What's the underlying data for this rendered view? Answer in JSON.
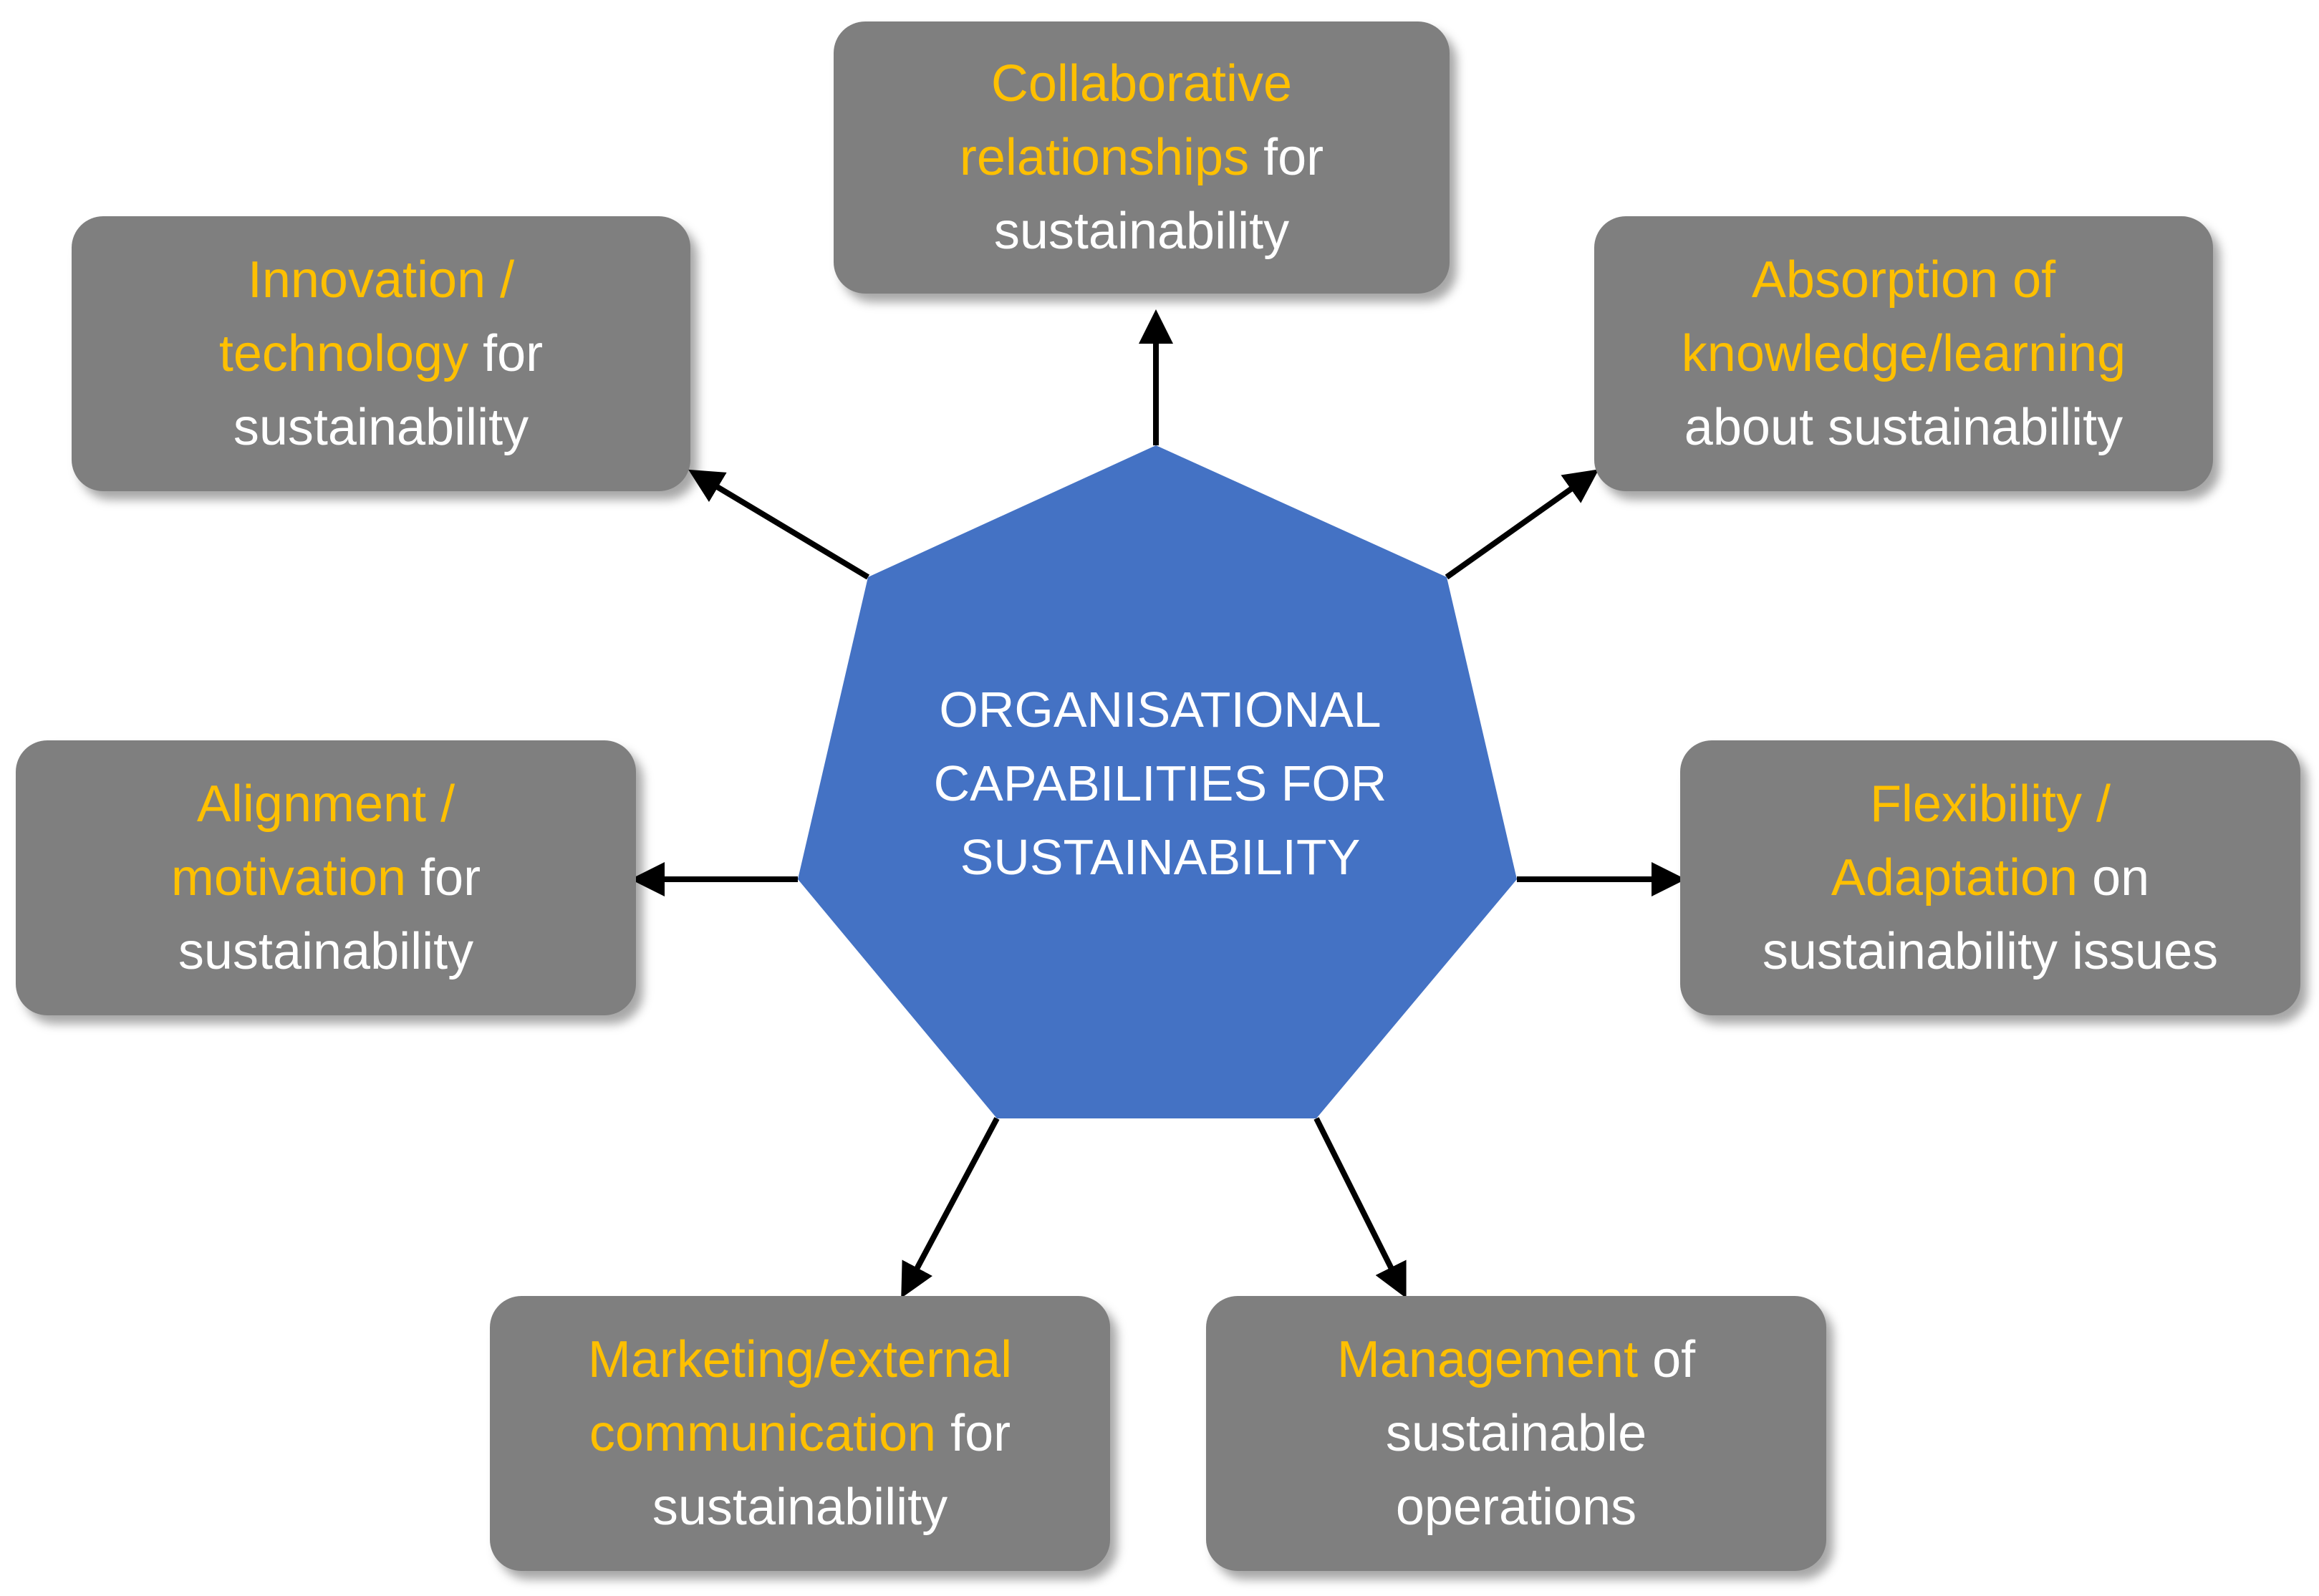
{
  "hub": {
    "lines": [
      "ORGANISATIONAL",
      "CAPABILITIES FOR",
      "SUSTAINABILITY"
    ],
    "fill_color": "#4472c4"
  },
  "box_colors": {
    "fill": "#7f7f7f",
    "highlight_text": "#ffc000",
    "normal_text": "#ffffff"
  },
  "nodes": {
    "collaborative": {
      "line1": "Collaborative",
      "line2_highlight": "relationships",
      "line2_rest": " for",
      "line3": "sustainability"
    },
    "innovation": {
      "line1": "Innovation /",
      "line2_highlight": "technology",
      "line2_rest": " for",
      "line3": "sustainability"
    },
    "absorption": {
      "line1": "Absorption of",
      "line2": "knowledge/learning",
      "line3": "about sustainability"
    },
    "alignment": {
      "line1": "Alignment /",
      "line2_highlight": "motivation",
      "line2_rest": " for",
      "line3": "sustainability"
    },
    "flexibility": {
      "line1": "Flexibility /",
      "line2_highlight": "Adaptation",
      "line2_rest": " on",
      "line3": "sustainability issues"
    },
    "marketing": {
      "line1": "Marketing/external",
      "line2_highlight": "communication",
      "line2_rest": " for",
      "line3": "sustainability"
    },
    "management": {
      "line1_highlight": "Management",
      "line1_rest": " of",
      "line2": "sustainable",
      "line3": "operations"
    }
  }
}
